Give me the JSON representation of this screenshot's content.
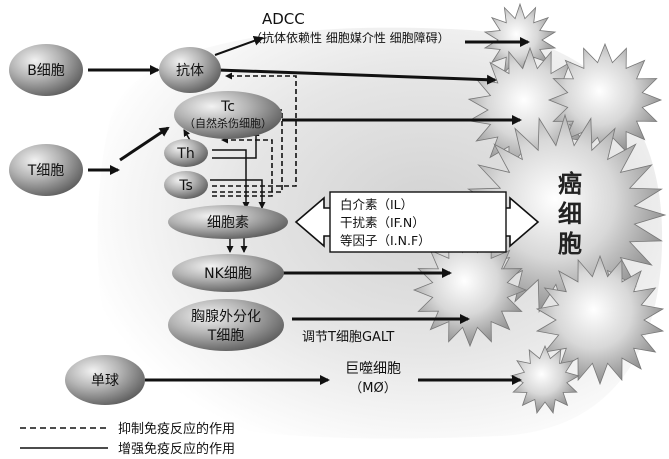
{
  "nodes": {
    "b_cell": "B细胞",
    "t_cell": "T细胞",
    "antibody": "抗体",
    "tc": "Tc",
    "tc_sub": "（自然杀伤细胞）",
    "th": "Th",
    "ts": "Ts",
    "cytokine": "细胞素",
    "nk_cell": "NK细胞",
    "thymus_line1": "胸腺外分化",
    "thymus_line2": "T细胞",
    "monocyte": "单球"
  },
  "labels": {
    "adcc": "ADCC",
    "adcc_sub": "（抗体依赖性 细胞媒介性 细胞障碍）",
    "interleukin": "白介素（IL）",
    "interferon": "干扰素（IF.N）",
    "other_factor": "等因子（I.N.F）",
    "galt": "调节T细胞GALT",
    "macrophage": "巨噬细胞",
    "macrophage_sub": "（MØ）",
    "cancer_cell": [
      "癌",
      "细",
      "胞"
    ]
  },
  "legend": {
    "dashed": "抑制免疫反应的作用",
    "solid": "增强免疫反应的作用"
  }
}
